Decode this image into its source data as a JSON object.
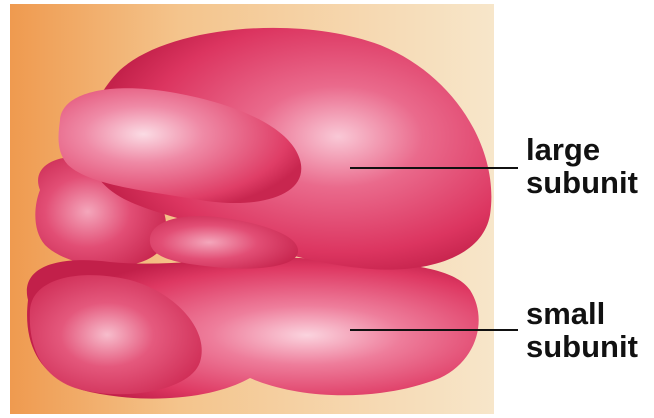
{
  "labels": {
    "large_subunit": [
      "large",
      "subunit"
    ],
    "small_subunit": [
      "small",
      "subunit"
    ]
  },
  "colors": {
    "background_left": "#f0a055",
    "background_right": "#f6e3c6",
    "subunit_body": "#e23a62",
    "subunit_highlight": "#f9c2d2",
    "subunit_shadow": "#b81d43",
    "leader_line": "#111111"
  }
}
